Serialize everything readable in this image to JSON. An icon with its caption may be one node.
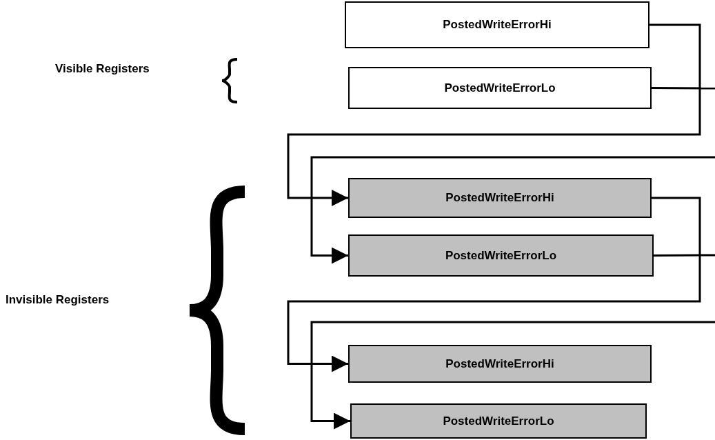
{
  "diagram": {
    "nodes": [
      {
        "text": [
          "PostedWriteErrorHi"
        ]
      },
      {
        "text": [
          "PostedWriteErrorLo"
        ]
      },
      {
        "text": [
          "PostedWriteErrorHi"
        ]
      },
      {
        "text": [
          "PostedWriteErrorLo"
        ]
      },
      {
        "text": [
          "PostedWriteErrorHi"
        ]
      },
      {
        "text": [
          "PostedWriteErrorLo"
        ]
      }
    ],
    "edges": [
      {
        "from": 0,
        "to": 2,
        "arrow": "to"
      },
      {
        "from": 1,
        "to": null,
        "arrow": "none"
      },
      {
        "from": null,
        "to": 3,
        "arrow": "to"
      },
      {
        "from": 2,
        "to": 4,
        "arrow": "to"
      },
      {
        "from": 3,
        "to": null,
        "arrow": "none"
      },
      {
        "from": null,
        "to": 5,
        "arrow": "to"
      }
    ],
    "labels": [
      "Visible Registers",
      "Invisible Registers"
    ]
  }
}
